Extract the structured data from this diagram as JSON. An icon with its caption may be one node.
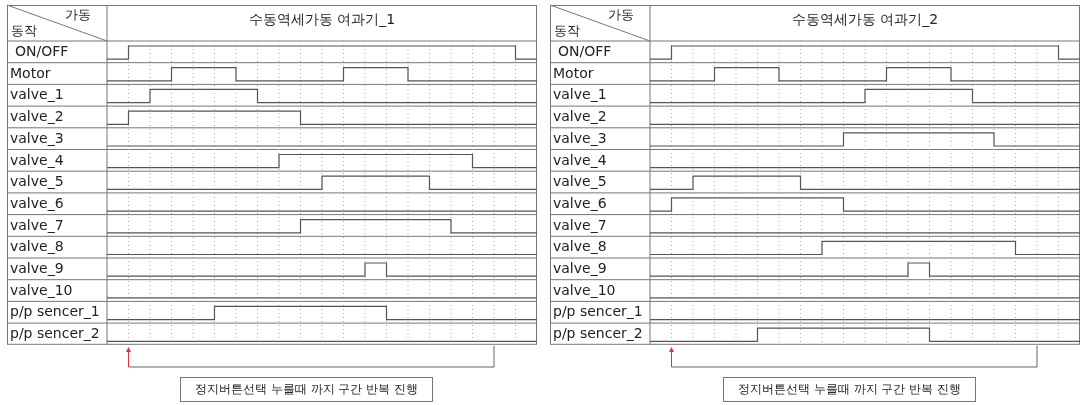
{
  "diagram": {
    "nodes": [
      {
        "text": [
          "가동",
          "동작",
          "수동역세가동 여과기_1",
          "ON/OFF",
          "Motor",
          "valve_1",
          "valve_2",
          "valve_3",
          "valve_4",
          "valve_5",
          "valve_6",
          "valve_7",
          "valve_8",
          "valve_9",
          "valve_10",
          "p/p sencer_1",
          "p/p sencer_2"
        ]
      },
      {
        "text": [
          "정지버튼선택 누를때 까지 구간 반복 진행"
        ]
      },
      {
        "text": [
          "가동",
          "동작",
          "수동역세가동 여과기_2",
          "ON/OFF",
          "Motor",
          "valve_1",
          "valve_2",
          "valve_3",
          "valve_4",
          "valve_5",
          "valve_6",
          "valve_7",
          "valve_8",
          "valve_9",
          "valve_10",
          "p/p sencer_1",
          "p/p sencer_2"
        ]
      },
      {
        "text": [
          "정지버튼선택 누를때 까지 구간 반복 진행"
        ]
      }
    ]
  }
}
